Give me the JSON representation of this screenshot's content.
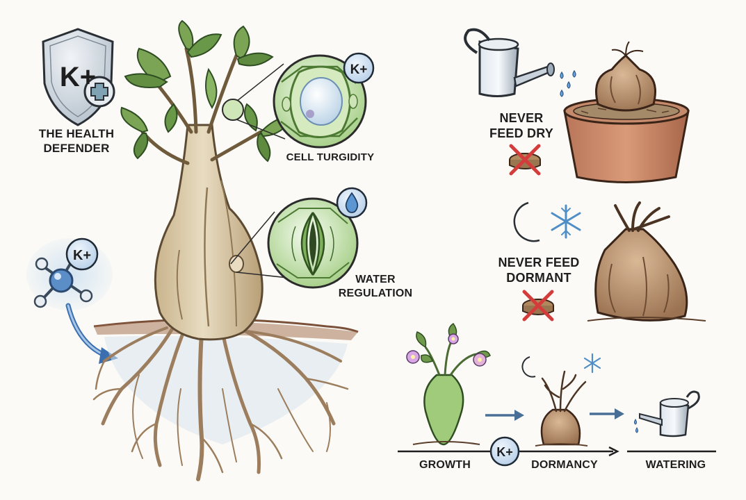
{
  "labels": {
    "health_defender_line1": "THE HEALTH",
    "health_defender_line2": "DEFENDER",
    "cell_turgidity": "CELL TURGIDITY",
    "water_regulation_line1": "WATER",
    "water_regulation_line2": "REGULATION",
    "never_feed_dry_line1": "NEVER",
    "never_feed_dry_line2": "FEED DRY",
    "never_feed_dormant_line1": "NEVER FEED",
    "never_feed_dormant_line2": "DORMANT",
    "timeline_growth": "GROWTH",
    "timeline_dormancy": "DORMANCY",
    "timeline_watering": "WATERING"
  },
  "badges": {
    "shield": "K+",
    "ion": "K+",
    "cell": "K+",
    "timeline": "K+"
  },
  "colors": {
    "leaf": "#6f9a4c",
    "leaf_dark": "#3f6b2c",
    "trunk": "#d9c6a0",
    "trunk_shade": "#b79f76",
    "soil": "#9a6a48",
    "cell_green": "#a9cf86",
    "badge_blue": "#c9dcf0",
    "cross_red": "#d43c3c",
    "pot": "#c98a66",
    "tuber": "#b08866"
  }
}
